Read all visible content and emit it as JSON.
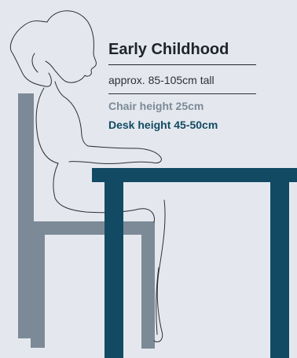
{
  "card": {
    "title": "Early Childhood",
    "subtitle": "approx. 85-105cm tall",
    "chair_height": "Chair height 25cm",
    "desk_height": "Desk height 45-50cm"
  },
  "colors": {
    "background": "#e4e8ee",
    "chair": "#7c8a97",
    "desk": "#124a63",
    "outline": "#2b2f33",
    "title_text": "#1f2428"
  },
  "illustration": {
    "figure": "child-outline",
    "chair": "chair-silhouette",
    "desk": "desk-silhouette"
  }
}
